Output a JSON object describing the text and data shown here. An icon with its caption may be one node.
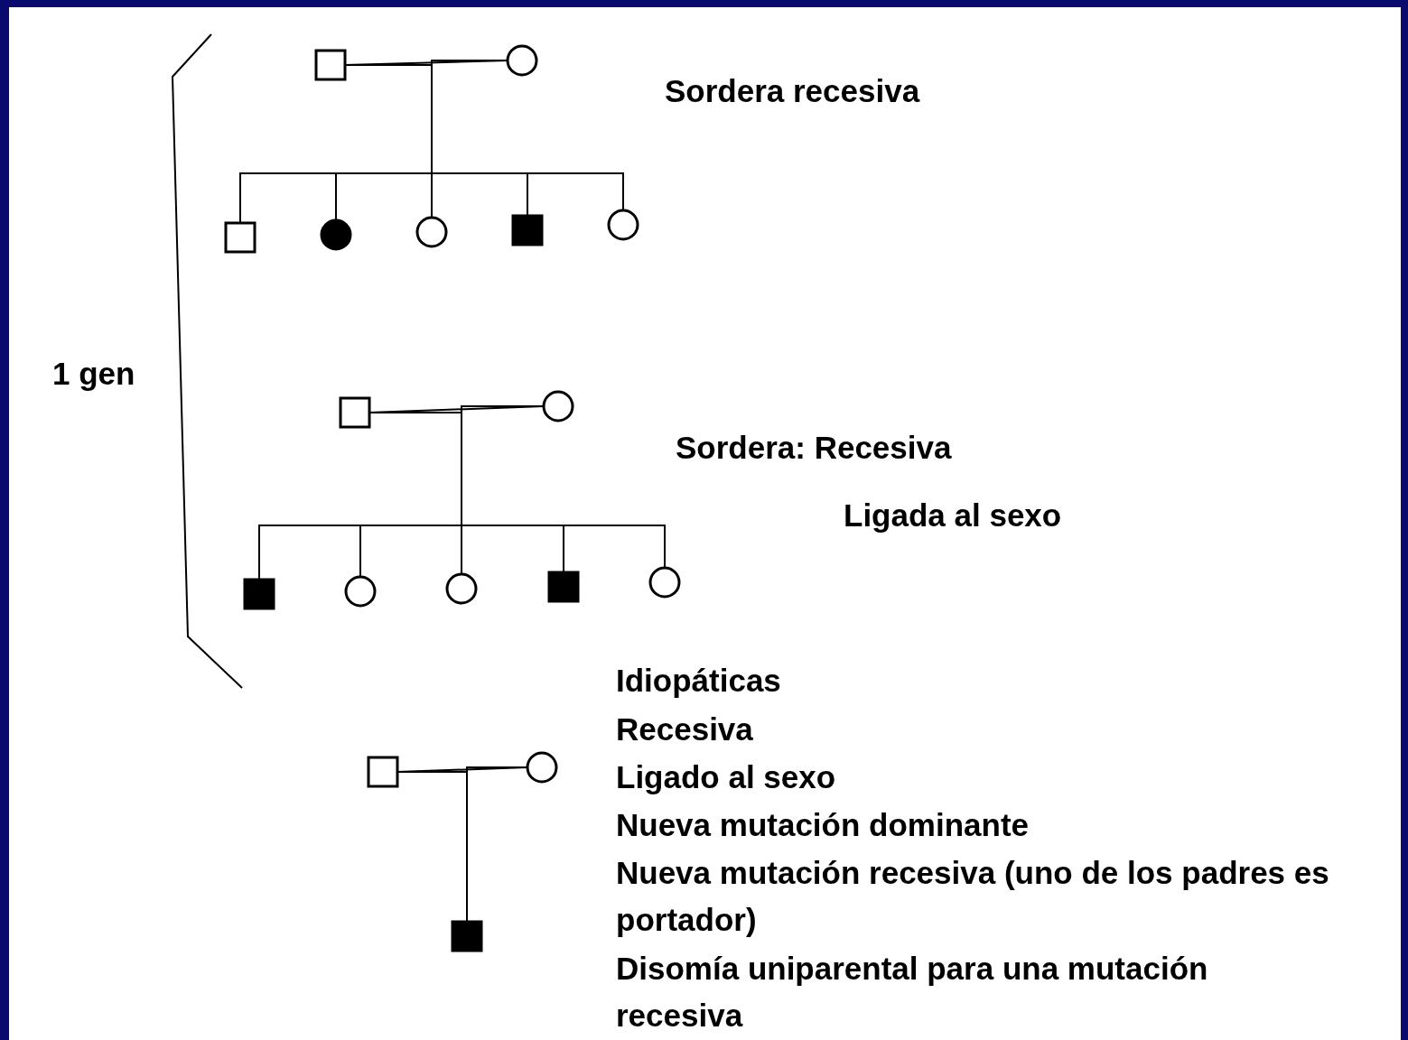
{
  "diagram": {
    "nodes": [
      {
        "text": [],
        "shape": "square"
      },
      {
        "text": [],
        "shape": "circle"
      },
      {
        "text": [],
        "shape": "square"
      },
      {
        "text": [],
        "shape": "circle"
      },
      {
        "text": [],
        "shape": "circle"
      },
      {
        "text": [],
        "shape": "square"
      },
      {
        "text": [],
        "shape": "circle"
      },
      {
        "text": [],
        "shape": "square"
      },
      {
        "text": [],
        "shape": "circle"
      },
      {
        "text": [],
        "shape": "square"
      },
      {
        "text": [],
        "shape": "circle"
      },
      {
        "text": [],
        "shape": "circle"
      },
      {
        "text": [],
        "shape": "square"
      },
      {
        "text": [],
        "shape": "circle"
      },
      {
        "text": [],
        "shape": "square"
      },
      {
        "text": [],
        "shape": "circle"
      },
      {
        "text": [],
        "shape": "square"
      }
    ],
    "edges": [
      {
        "from": 0,
        "to": 1,
        "arrow": "none"
      },
      {
        "from": 0,
        "to": 2,
        "arrow": "none"
      },
      {
        "from": 1,
        "to": 2,
        "arrow": "none"
      },
      {
        "from": 0,
        "to": 3,
        "arrow": "none"
      },
      {
        "from": 1,
        "to": 3,
        "arrow": "none"
      },
      {
        "from": 0,
        "to": 4,
        "arrow": "none"
      },
      {
        "from": 1,
        "to": 4,
        "arrow": "none"
      },
      {
        "from": 0,
        "to": 5,
        "arrow": "none"
      },
      {
        "from": 1,
        "to": 5,
        "arrow": "none"
      },
      {
        "from": 0,
        "to": 6,
        "arrow": "none"
      },
      {
        "from": 1,
        "to": 6,
        "arrow": "none"
      },
      {
        "from": 7,
        "to": 8,
        "arrow": "none"
      },
      {
        "from": 7,
        "to": 9,
        "arrow": "none"
      },
      {
        "from": 8,
        "to": 9,
        "arrow": "none"
      },
      {
        "from": 7,
        "to": 10,
        "arrow": "none"
      },
      {
        "from": 8,
        "to": 10,
        "arrow": "none"
      },
      {
        "from": 7,
        "to": 11,
        "arrow": "none"
      },
      {
        "from": 8,
        "to": 11,
        "arrow": "none"
      },
      {
        "from": 7,
        "to": 12,
        "arrow": "none"
      },
      {
        "from": 8,
        "to": 12,
        "arrow": "none"
      },
      {
        "from": 7,
        "to": 13,
        "arrow": "none"
      },
      {
        "from": 8,
        "to": 13,
        "arrow": "none"
      },
      {
        "from": 14,
        "to": 15,
        "arrow": "none"
      },
      {
        "from": 14,
        "to": 16,
        "arrow": "none"
      },
      {
        "from": 15,
        "to": 16,
        "arrow": "none"
      }
    ],
    "labels": [
      "Sordera recesiva",
      "1 gen",
      "Sordera: Recesiva",
      "Ligada al sexo",
      "Idiopáticas",
      "Recesiva",
      "Ligado al sexo",
      "Nueva mutación dominante",
      "Nueva mutación recesiva (uno de los padres es portador)",
      "Disomía uniparental para una mutación recesiva"
    ]
  }
}
